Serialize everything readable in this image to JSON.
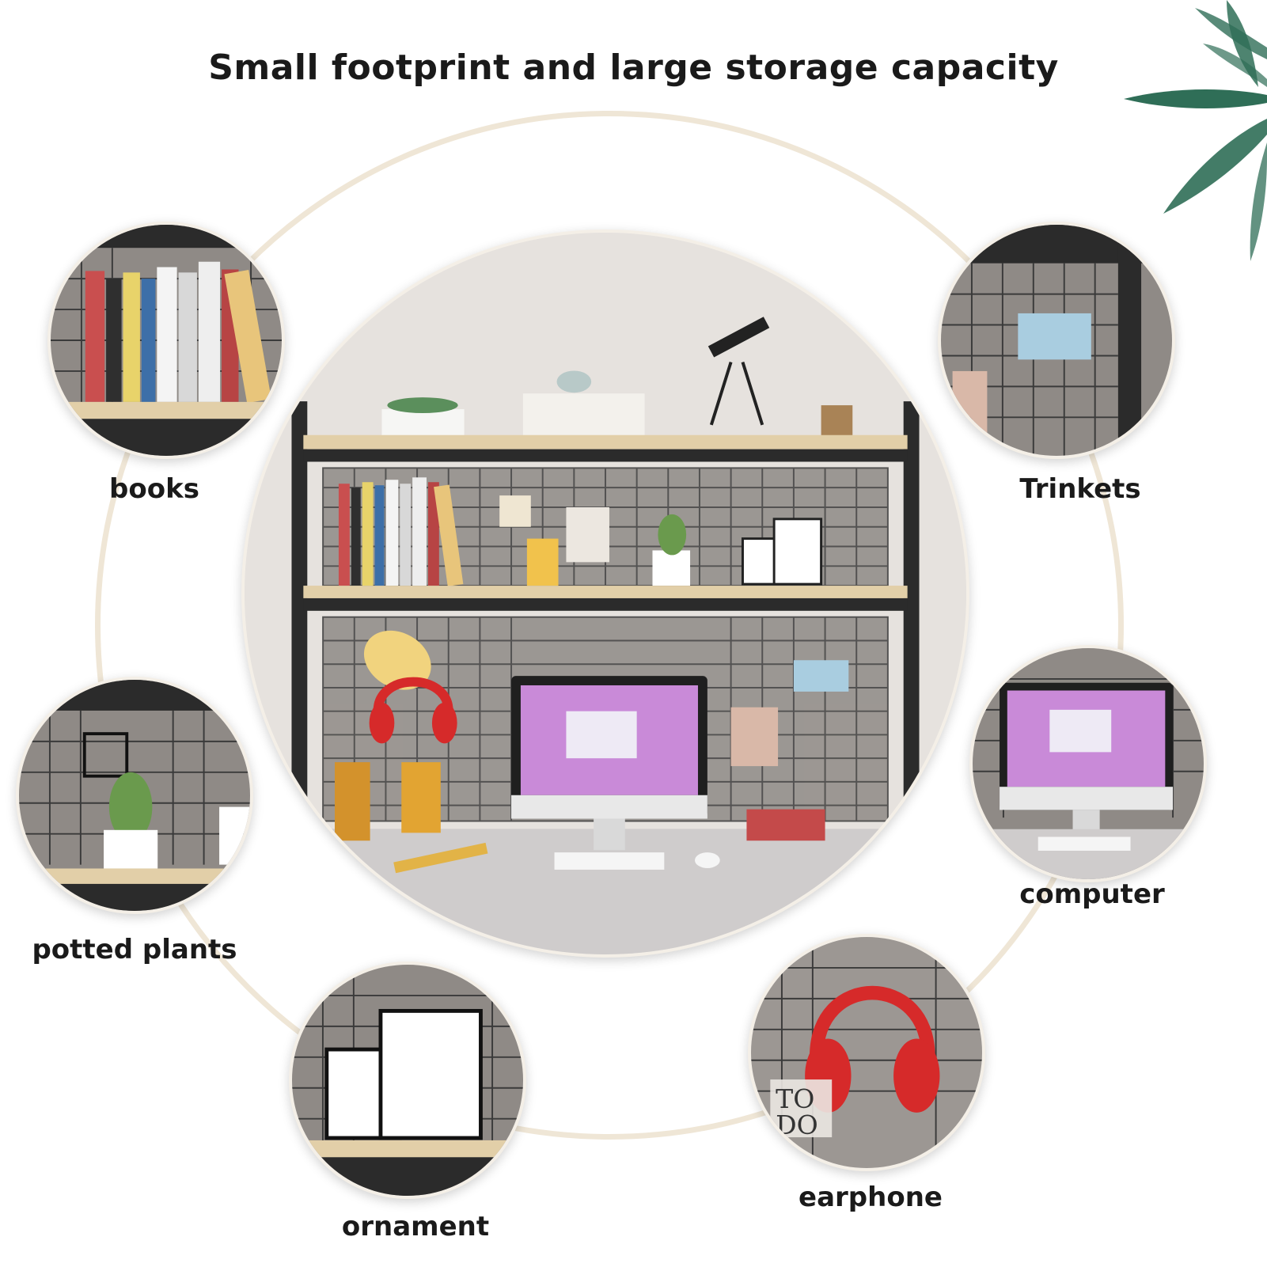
{
  "headline": "Small footprint and large storage capacity",
  "labels": {
    "books": "books",
    "trinkets": "Trinkets",
    "potted_plants": "potted plants",
    "computer": "computer",
    "ornament": "ornament",
    "earphone": "earphone"
  },
  "decor_text": {
    "todo_line1": "TO",
    "todo_line2": "DO"
  },
  "colors": {
    "shelf_frame": "#2b2b2b",
    "shelf_wood": "#e2cfa8",
    "grid_line": "#3a3a3a",
    "wall": "#e9e6e3",
    "ring": "#efe6d6",
    "headphone_red": "#d62a2a",
    "leaf_green": "#2f6e57"
  }
}
